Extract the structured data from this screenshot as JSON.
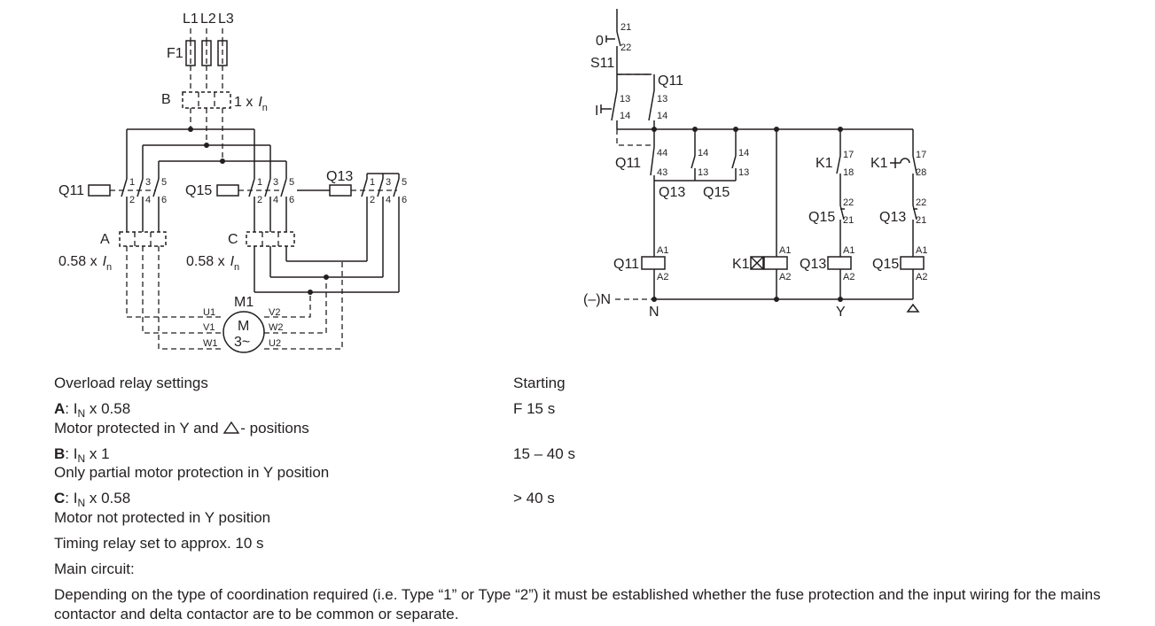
{
  "diagram": {
    "labels": {
      "l1": "L1",
      "l2": "L2",
      "l3": "L3",
      "f1": "F1",
      "b": "B",
      "b_setting": "1 x",
      "q11": "Q11",
      "q15": "Q15",
      "q13": "Q13",
      "a": "A",
      "c": "C",
      "a_setting": "0.58 x",
      "c_setting": "0.58 x",
      "m1": "M1",
      "motor_m": "M",
      "motor_3": "3~",
      "u1": "U1",
      "v1": "V1",
      "w1": "W1",
      "v2": "V2",
      "w2": "W2",
      "u2": "U2",
      "in_sym": "I",
      "in_sub": "n",
      "t1": "1",
      "t3": "3",
      "t5": "5",
      "t2": "2",
      "t4": "4",
      "t6": "6"
    },
    "control": {
      "zero": "0",
      "s11": "S11",
      "q11_top": "Q11",
      "one": "I",
      "n21": "21",
      "n22": "22",
      "n13": "13",
      "n14": "14",
      "n44": "44",
      "n43": "43",
      "n17": "17",
      "n18": "18",
      "n28": "28",
      "q11": "Q11",
      "q13": "Q13",
      "q15": "Q15",
      "k1": "K1",
      "a1": "A1",
      "a2": "A2",
      "neutral": "(–)N",
      "bottom_n": "N",
      "bottom_y": "Y"
    }
  },
  "text": {
    "settings_heading": "Overload relay settings",
    "a_label": "A",
    "a_formula_prefix": ": I",
    "a_formula_sub": "N",
    "a_formula_suffix": " x 0.58",
    "a_desc_1": "Motor protected in Y and",
    "a_desc_2": "- positions",
    "b_label": "B",
    "b_formula_prefix": ": I",
    "b_formula_sub": "N",
    "b_formula_suffix": " x 1",
    "b_desc": "Only partial motor protection in Y position",
    "c_label": "C",
    "c_formula_prefix": ": I",
    "c_formula_sub": "N",
    "c_formula_suffix": " x 0.58",
    "c_desc": "Motor not protected in Y position",
    "timing": "Timing relay set to approx. 10 s",
    "main_circuit": "Main circuit:",
    "note": "Depending on the type of coordination required (i.e. Type “1” or Type “2”) it must be established whether the fuse protection and the input wiring for the mains contactor and delta contactor are to be common or separate.",
    "starting_heading": "Starting",
    "start_1": "F 15 s",
    "start_2": "15 – 40 s",
    "start_3": "> 40 s"
  }
}
